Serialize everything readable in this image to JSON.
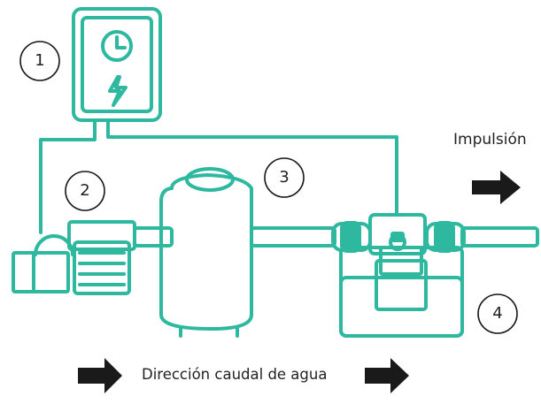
{
  "labels": {
    "impulsion": "Impulsión",
    "flow_direction": "Dirección caudal de agua"
  },
  "callouts": {
    "controller": "1",
    "pump": "2",
    "filter": "3",
    "valve": "4"
  },
  "colors": {
    "line": "#2eb8a0",
    "arrow": "#1a1a1a",
    "text": "#222222",
    "background": "#ffffff"
  },
  "icons": {
    "controller_top": "clock-icon",
    "controller_bottom": "lightning-icon"
  }
}
